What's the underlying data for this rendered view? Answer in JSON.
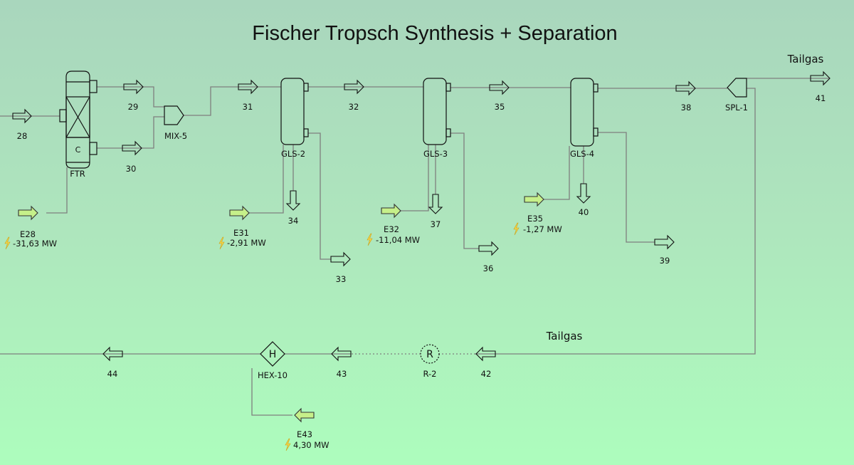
{
  "title": "Fischer Tropsch Synthesis + Separation",
  "units": {
    "ftr": {
      "name": "FTR",
      "inner": "C"
    },
    "mix5": {
      "name": "MIX-5"
    },
    "gls2": {
      "name": "GLS-2"
    },
    "gls3": {
      "name": "GLS-3"
    },
    "gls4": {
      "name": "GLS-4"
    },
    "spl1": {
      "name": "SPL-1"
    },
    "hex10": {
      "name": "HEX-10",
      "symbol": "H"
    },
    "r2": {
      "name": "R-2",
      "symbol": "R"
    }
  },
  "streams": {
    "s28": "28",
    "s29": "29",
    "s30": "30",
    "s31": "31",
    "s32": "32",
    "s33": "33",
    "s34": "34",
    "s35": "35",
    "s36": "36",
    "s37": "37",
    "s38": "38",
    "s39": "39",
    "s40": "40",
    "s41": "41",
    "s42": "42",
    "s43": "43",
    "s44": "44"
  },
  "labels": {
    "tailgas_top": "Tailgas",
    "tailgas_bottom": "Tailgas"
  },
  "energy": {
    "e28": {
      "name": "E28",
      "value": "-31,63 MW"
    },
    "e31": {
      "name": "E31",
      "value": "-2,91 MW"
    },
    "e32": {
      "name": "E32",
      "value": "-11,04 MW"
    },
    "e35": {
      "name": "E35",
      "value": "-1,27 MW"
    },
    "e43": {
      "name": "E43",
      "value": "4,30 MW"
    }
  },
  "colors": {
    "background_top": "#a9d6bd",
    "background_bottom": "#adfdbd",
    "energy_arrow": "#c6f08a",
    "pipe": "#7f7f7f"
  }
}
